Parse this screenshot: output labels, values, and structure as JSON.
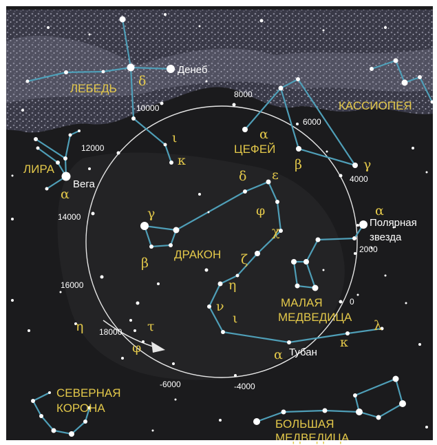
{
  "constellations": {
    "cygnus": "ЛЕБЕДЬ",
    "cassiopeia": "КАССИОПЕЯ",
    "cepheus": "ЦЕФЕЙ",
    "lyra": "ЛИРА",
    "draco": "ДРАКОН",
    "ursa_minor_1": "МАЛАЯ",
    "ursa_minor_2": "МЕДВЕДИЦА",
    "corona_1": "СЕВЕРНАЯ",
    "corona_2": "КОРОНА",
    "ursa_major_1": "БОЛЬШАЯ",
    "ursa_major_2": "МЕДВЕДИЦА"
  },
  "stars": {
    "deneb": "Денеб",
    "vega": "Вега",
    "polaris_1": "Полярная",
    "polaris_2": "звезда",
    "thuban": "Тубан"
  },
  "greek": {
    "cyg_delta": "δ",
    "cyg_iota": "ι",
    "cyg_kappa": "κ",
    "cep_alpha": "α",
    "cep_beta": "β",
    "cep_gamma": "γ",
    "lyr_alpha": "α",
    "dra_delta": "δ",
    "dra_epsilon": "ε",
    "dra_phi": "φ",
    "dra_chi": "χ",
    "dra_gamma": "γ",
    "dra_beta": "β",
    "dra_zeta": "ζ",
    "dra_eta": "η",
    "dra_nu": "ν",
    "dra_iota": "ι",
    "umi_alpha": "α",
    "umi_lambda": "λ",
    "dra_kappa": "κ",
    "dra_alpha": "α",
    "her_eta": "η",
    "her_tau": "τ",
    "her_phi": "φ"
  },
  "precession_years": {
    "y8000": "8000",
    "y6000": "6000",
    "y4000": "4000",
    "y2000": "2000",
    "y0": "0",
    "y10000": "10000",
    "y12000": "12000",
    "y14000": "14000",
    "y16000": "16000",
    "y18000": "18000",
    "ym6000": "-6000",
    "ym4000": "-4000"
  },
  "colors": {
    "sky": "#1b1b1d",
    "milky_way": "#4a4a5a",
    "lines": "#4f9fb8",
    "label": "#e3c84a",
    "circle": "#e6e6e6"
  }
}
